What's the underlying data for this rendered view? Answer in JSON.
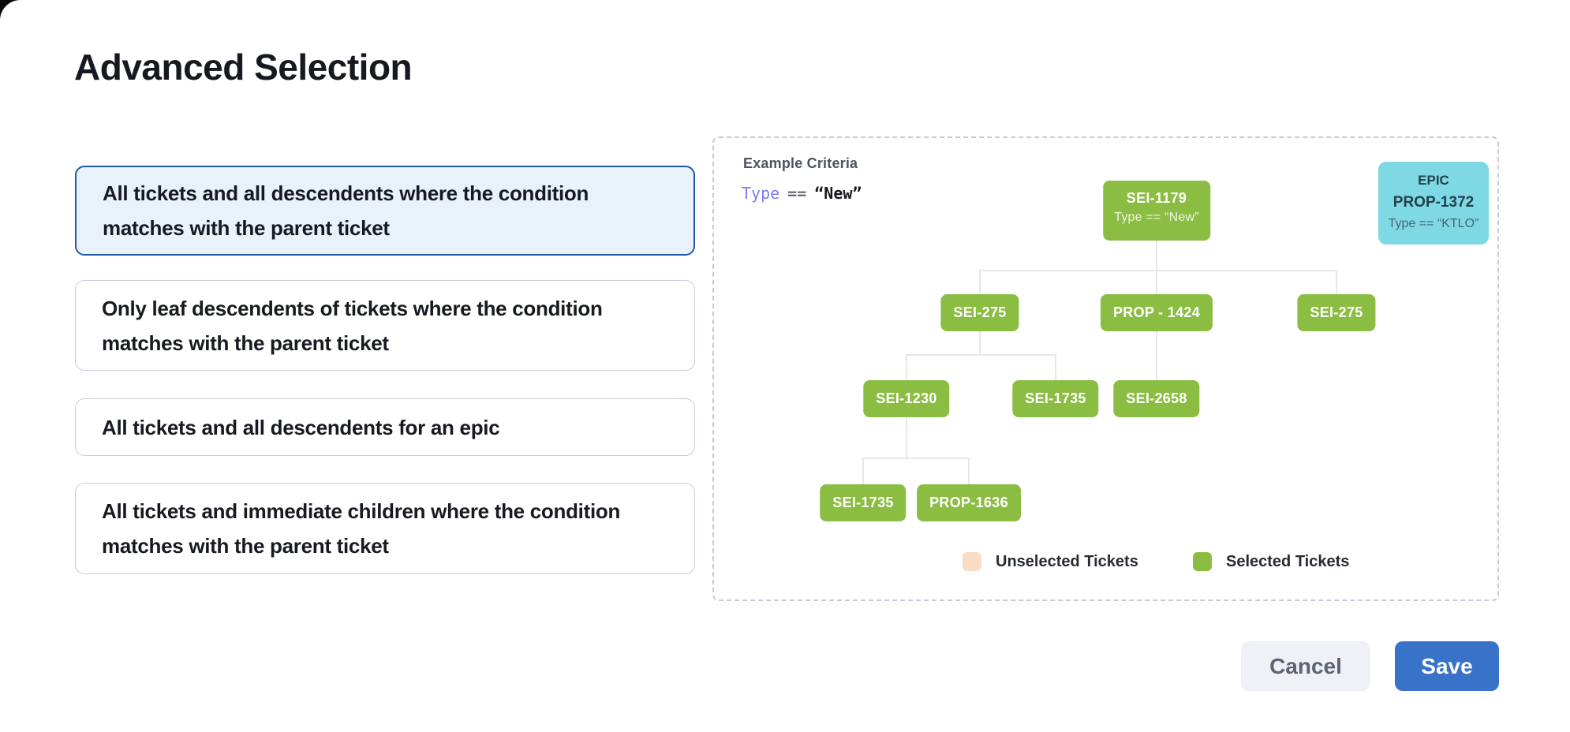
{
  "page": {
    "title": "Advanced Selection"
  },
  "options": [
    {
      "label": "All tickets and all descendents where the condition matches with the parent ticket",
      "selected": true
    },
    {
      "label": "Only leaf descendents of tickets where the condition matches with the parent ticket",
      "selected": false
    },
    {
      "label": "All tickets and all descendents for an epic",
      "selected": false
    },
    {
      "label": "All tickets and immediate children where the condition matches with the parent ticket",
      "selected": false
    }
  ],
  "example": {
    "heading": "Example Criteria",
    "criteria": {
      "field": "Type",
      "operator": "==",
      "value": "“New”"
    },
    "epic_card": {
      "line1": "EPIC",
      "line2": "PROP-1372",
      "line3": "Type == “KTLO”"
    },
    "legend": [
      {
        "label": "Unselected Tickets",
        "color": "#fadcc4"
      },
      {
        "label": "Selected Tickets",
        "color": "#8cbd43"
      }
    ]
  },
  "tree": {
    "root": {
      "id": "SEI-1179",
      "condition": "Type == “New”",
      "children": [
        {
          "id": "SEI-275",
          "children": [
            {
              "id": "SEI-1230",
              "children": [
                {
                  "id": "SEI-1735"
                },
                {
                  "id": "PROP-1636"
                }
              ]
            },
            {
              "id": "SEI-1735"
            }
          ]
        },
        {
          "id": "PROP - 1424",
          "children": [
            {
              "id": "SEI-2658"
            }
          ]
        },
        {
          "id": "SEI-275"
        }
      ]
    }
  },
  "actions": {
    "cancel": "Cancel",
    "save": "Save"
  },
  "colors": {
    "selected_ticket": "#8cbd43",
    "unselected_ticket": "#fadcc4",
    "epic": "#7ed9e4",
    "selected_card_border": "#2357a7",
    "selected_card_bg": "#e9f2fb",
    "save_button": "#3873c9",
    "criteria_field": "#7b7ef0"
  }
}
